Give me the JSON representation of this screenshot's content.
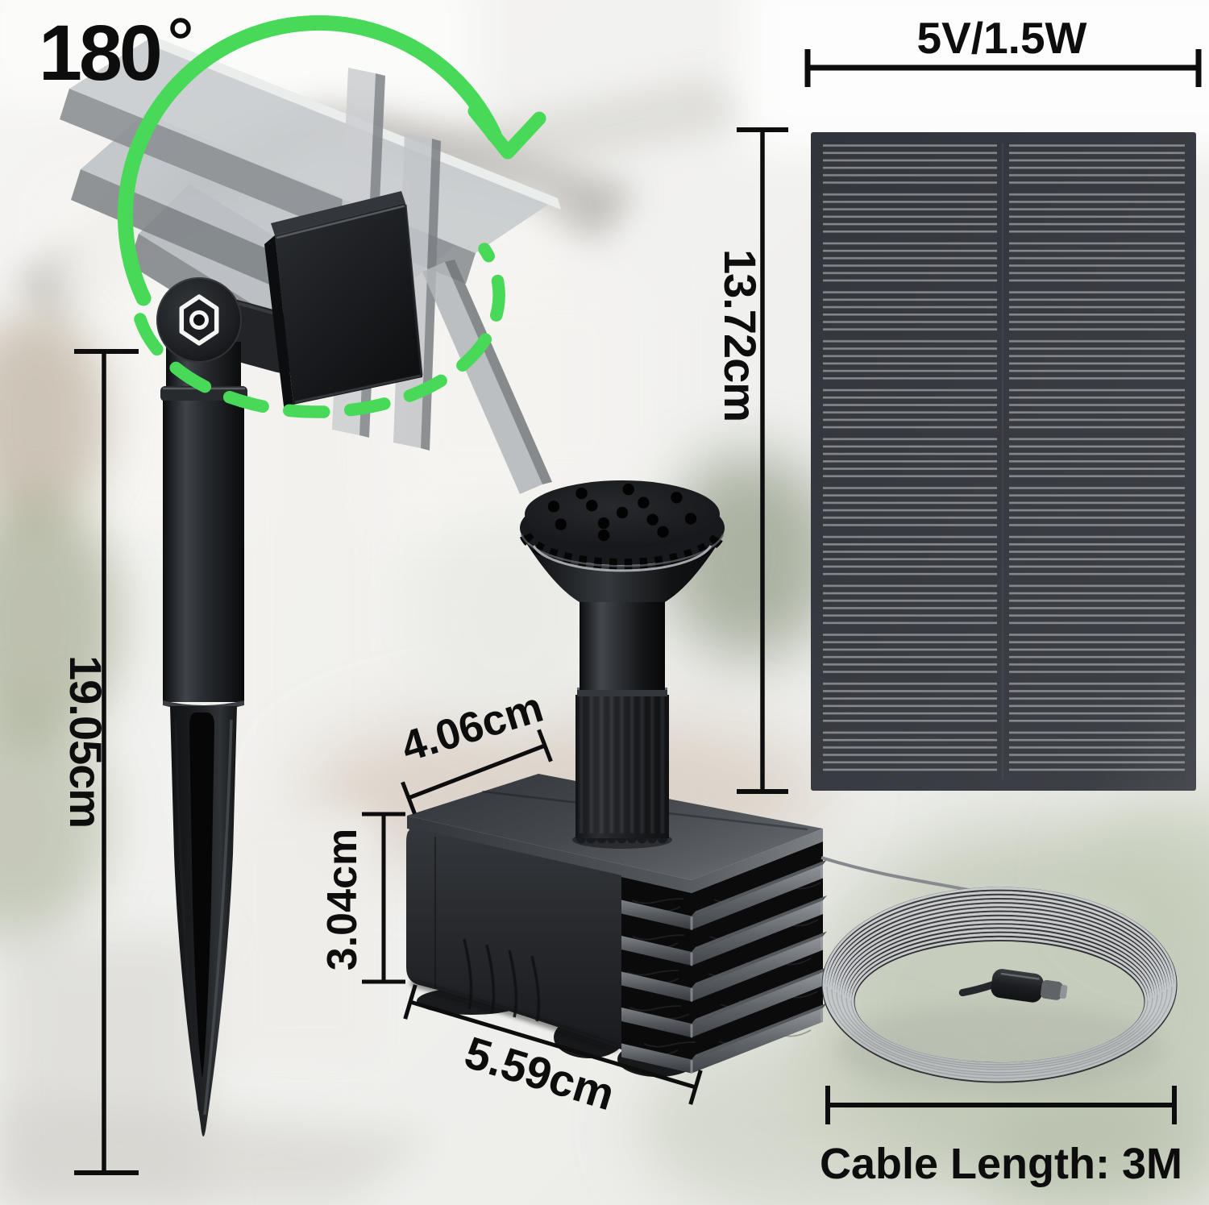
{
  "annotations": {
    "rotation": {
      "text": "180",
      "degree_symbol": "°"
    },
    "panel_power": "5V/1.5W",
    "panel_height": "13.72cm",
    "stake_length": "19.05cm",
    "pump_top_width": "4.06cm",
    "pump_height": "3.04cm",
    "pump_width": "5.59cm",
    "cable_length": "Cable Length: 3M"
  },
  "colors": {
    "accent_green": "#47d957",
    "annotation_ink": "#0d0d0d",
    "panel_body": "#33363c",
    "panel_lines": "#82858a"
  },
  "icons": [
    "rotation-arrow-head",
    "hex-bolt",
    "degree-symbol"
  ]
}
